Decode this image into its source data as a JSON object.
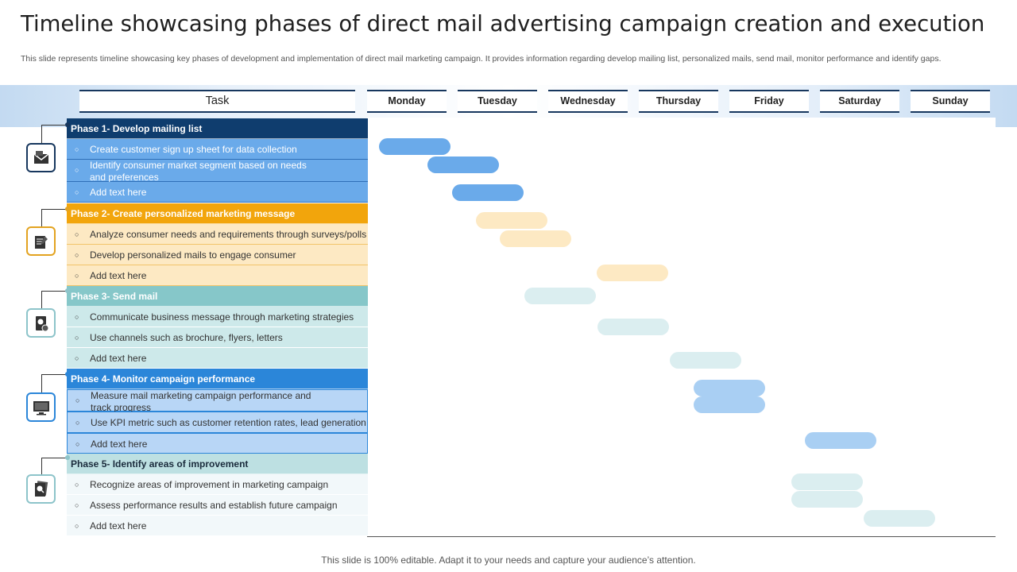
{
  "title": "Timeline showcasing phases of direct mail advertising campaign creation and execution",
  "subtitle": "This slide represents timeline showcasing key phases of development and implementation of direct mail marketing campaign. It provides information regarding develop mailing list, personalized mails, send mail, monitor performance and identify gaps.",
  "header": {
    "task": "Task",
    "days": [
      "Monday",
      "Tuesday",
      "Wednesday",
      "Thursday",
      "Friday",
      "Saturday",
      "Sunday"
    ]
  },
  "phases": [
    {
      "label": "Phase 1- Develop mailing list",
      "icon": "mailing-list-icon",
      "tasks": [
        "Create customer sign up sheet for data collection",
        "Identify consumer market segment based on needs and preferences",
        "Add text here"
      ]
    },
    {
      "label": "Phase 2- Create personalized marketing message",
      "icon": "message-edit-icon",
      "tasks": [
        "Analyze  consumer needs and requirements through surveys/polls",
        "Develop personalized mails to engage consumer",
        "Add text here"
      ]
    },
    {
      "label": "Phase 3- Send mail",
      "icon": "send-mail-icon",
      "tasks": [
        "Communicate business message through marketing strategies",
        "Use channels such as brochure, flyers, letters",
        "Add text here"
      ]
    },
    {
      "label": "Phase 4- Monitor campaign performance",
      "icon": "monitor-icon",
      "tasks": [
        "Measure mail marketing campaign performance and track progress",
        "Use KPI metric such as customer retention rates, lead generation",
        "Add text here"
      ]
    },
    {
      "label": "Phase 5- Identify areas of improvement",
      "icon": "search-document-icon",
      "tasks": [
        "Recognize areas of improvement in marketing campaign",
        "Assess performance results and establish future campaign",
        "Add text here"
      ]
    }
  ],
  "colors": {
    "phase_headers": [
      "#0f3d6e",
      "#f2a50c",
      "#86c7c9",
      "#2b86d9",
      "#bde0e2"
    ],
    "task_rows": [
      "#6aaaea",
      "#fde9c3",
      "#cde9ea",
      "#b8d6f6",
      "#f2f8fa"
    ],
    "bars": [
      "#6aaaea",
      "#fde9c3",
      "#dbeef0",
      "#a9cff3",
      "#dbeef0"
    ],
    "icon_borders": [
      "#17375e",
      "#e3a320",
      "#8dc4ca",
      "#2b86d9",
      "#8dc4ca"
    ]
  },
  "footer": "This slide is 100% editable. Adapt it to your needs and capture your audience’s attention."
}
